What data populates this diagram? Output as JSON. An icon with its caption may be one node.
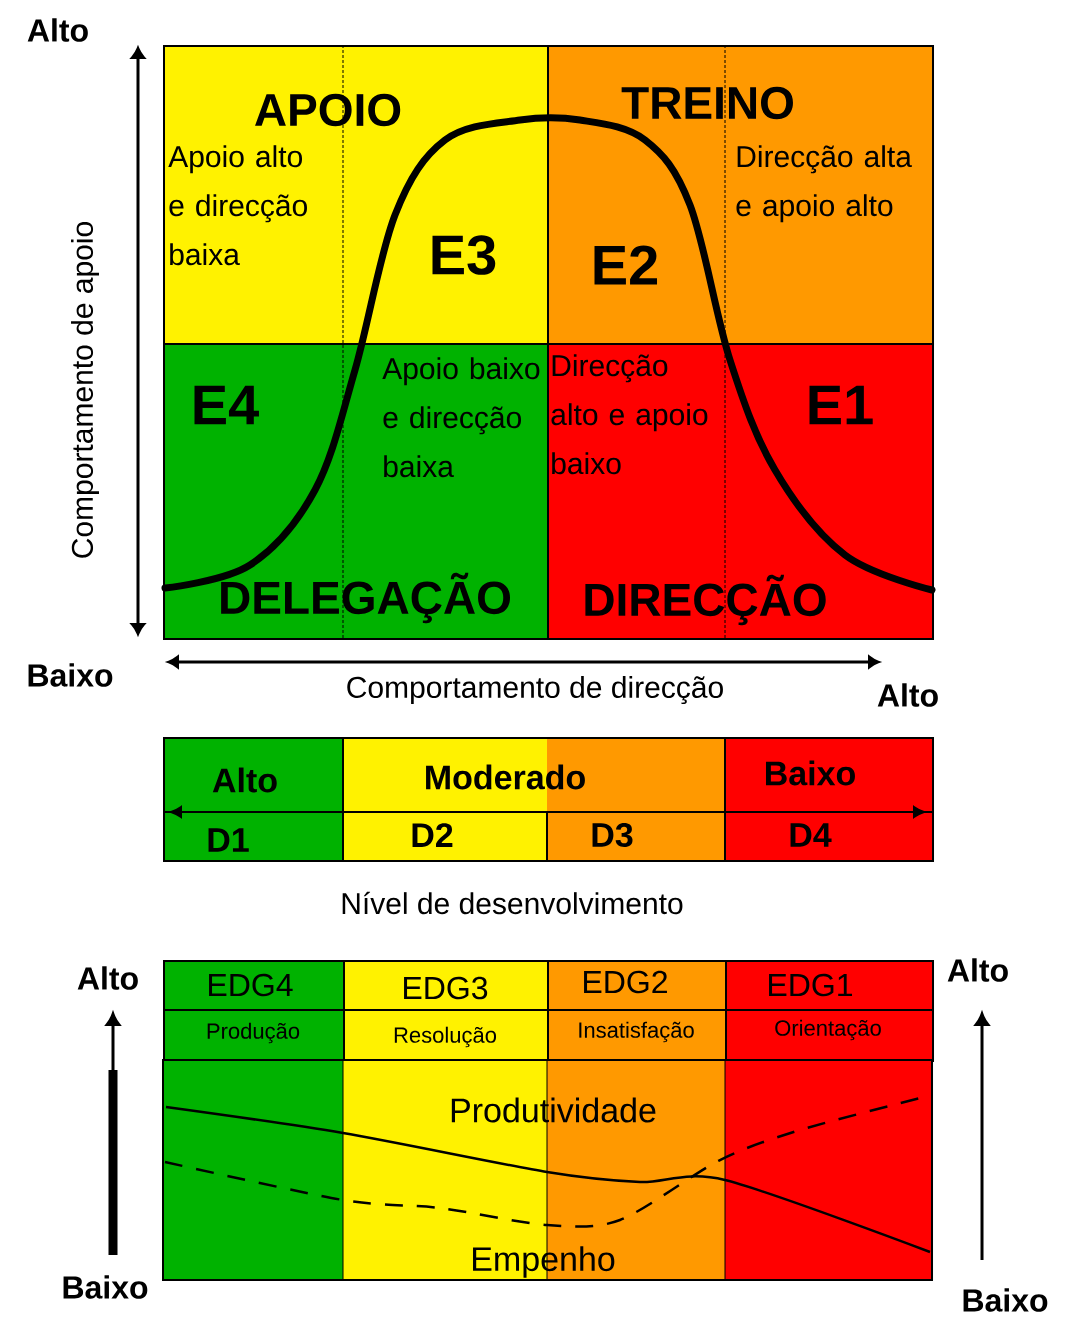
{
  "diagram": {
    "nodes": [
      {
        "text": [
          "APOIO",
          "Apoio alto e direcção baixa",
          "E3"
        ]
      },
      {
        "text": [
          "TREINO",
          "E2",
          "Direcção alta e apoio alto"
        ]
      },
      {
        "text": [
          "E4",
          "Apoio baixo e direcção baixa",
          "DELEGAÇÃO"
        ]
      },
      {
        "text": [
          "Direcção alto e apoio baixo",
          "E1",
          "DIRECÇÃO"
        ]
      },
      {
        "text": [
          "Alto",
          "Moderado",
          "Baixo",
          "D1",
          "D2",
          "D3",
          "D4"
        ]
      },
      {
        "text": [
          "EDG4",
          "Produção"
        ]
      },
      {
        "text": [
          "EDG3",
          "Resolução"
        ]
      },
      {
        "text": [
          "EDG2",
          "Insatisfação"
        ]
      },
      {
        "text": [
          "EDG1",
          "Orientação"
        ]
      }
    ],
    "labels": [
      "Alto",
      "Comportamento de apoio",
      "Baixo",
      "Comportamento de direcção",
      "Alto",
      "Nível de desenvolvimento",
      "Alto",
      "Alto",
      "Produtividade",
      "Empenho",
      "Baixo",
      "Baixo"
    ]
  }
}
